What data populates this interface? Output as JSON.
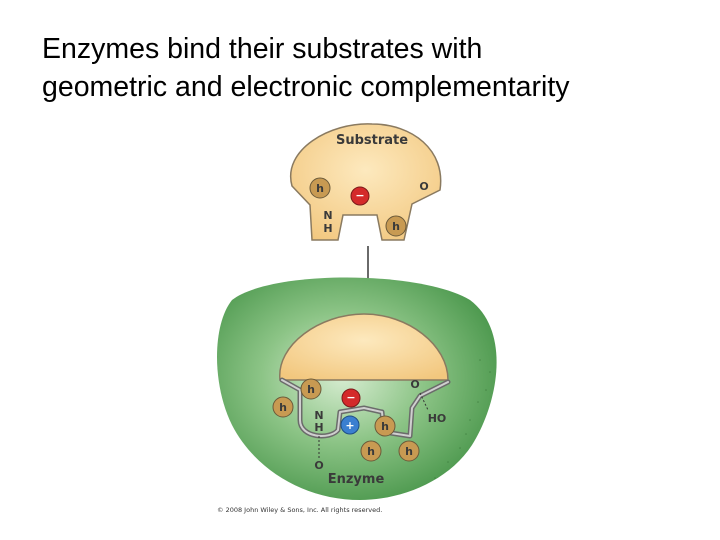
{
  "slide": {
    "title_line1": "Enzymes bind their substrates with",
    "title_line2": "geometric and electronic complementarity"
  },
  "substrate": {
    "label": "Substrate",
    "hydrophobic_left": "h",
    "hydrophobic_right": "h",
    "negative_charge": "−",
    "oxygen": "O",
    "amine_n": "N",
    "amine_h": "H"
  },
  "enzyme": {
    "label": "Enzyme",
    "bound_substrate_h_left": "h",
    "bound_substrate_charge": "−",
    "bound_substrate_oxygen": "O",
    "bound_substrate_n": "N",
    "bound_substrate_h": "H",
    "bound_substrate_h_right": "h",
    "pocket_h_left": "h",
    "pocket_positive_charge": "+",
    "pocket_h_bottom": "h",
    "pocket_h_bottom_right": "h",
    "hydroxyl": "HO",
    "acceptor_oxygen": "O"
  },
  "colors": {
    "substrate_fill": "#f6d08e",
    "substrate_stroke": "#8a7a60",
    "enzyme_green": "#5aa35a",
    "hydrophobic_fill": "#c89a52",
    "negative_fill": "#d42a2a",
    "positive_fill": "#3b7fd0",
    "outline": "#555555"
  },
  "copyright": "© 2008 John Wiley & Sons, Inc. All rights reserved."
}
